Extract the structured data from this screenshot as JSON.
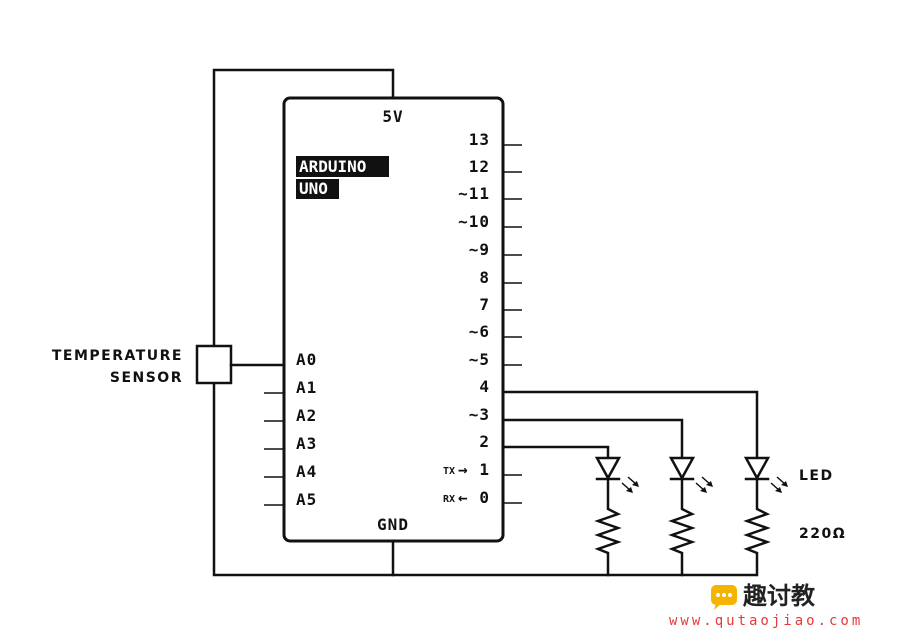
{
  "board": {
    "title_line1": "ARDUINO",
    "title_line2": "UNO",
    "power_label": "5V",
    "ground_label": "GND"
  },
  "digital_pins": [
    "13",
    "12",
    "~11",
    "~10",
    "~9",
    "8",
    "7",
    "~6",
    "~5",
    "4",
    "~3",
    "2",
    "1",
    "0"
  ],
  "serial_labels": {
    "tx": "TX",
    "rx": "RX",
    "tx_arrow": "→",
    "rx_arrow": "←"
  },
  "analog_pins": [
    "A0",
    "A1",
    "A2",
    "A3",
    "A4",
    "A5"
  ],
  "sensor": {
    "line1": "TEMPERATURE",
    "line2": "SENSOR"
  },
  "led_label": "LED",
  "resistor_label": "220Ω",
  "watermark": {
    "brand": "趣讨教",
    "url": "www.qutaojiao.com"
  },
  "colors": {
    "line": "#111111",
    "watermark_url": "#e63a3a",
    "watermark_icon": "#f5b400"
  }
}
